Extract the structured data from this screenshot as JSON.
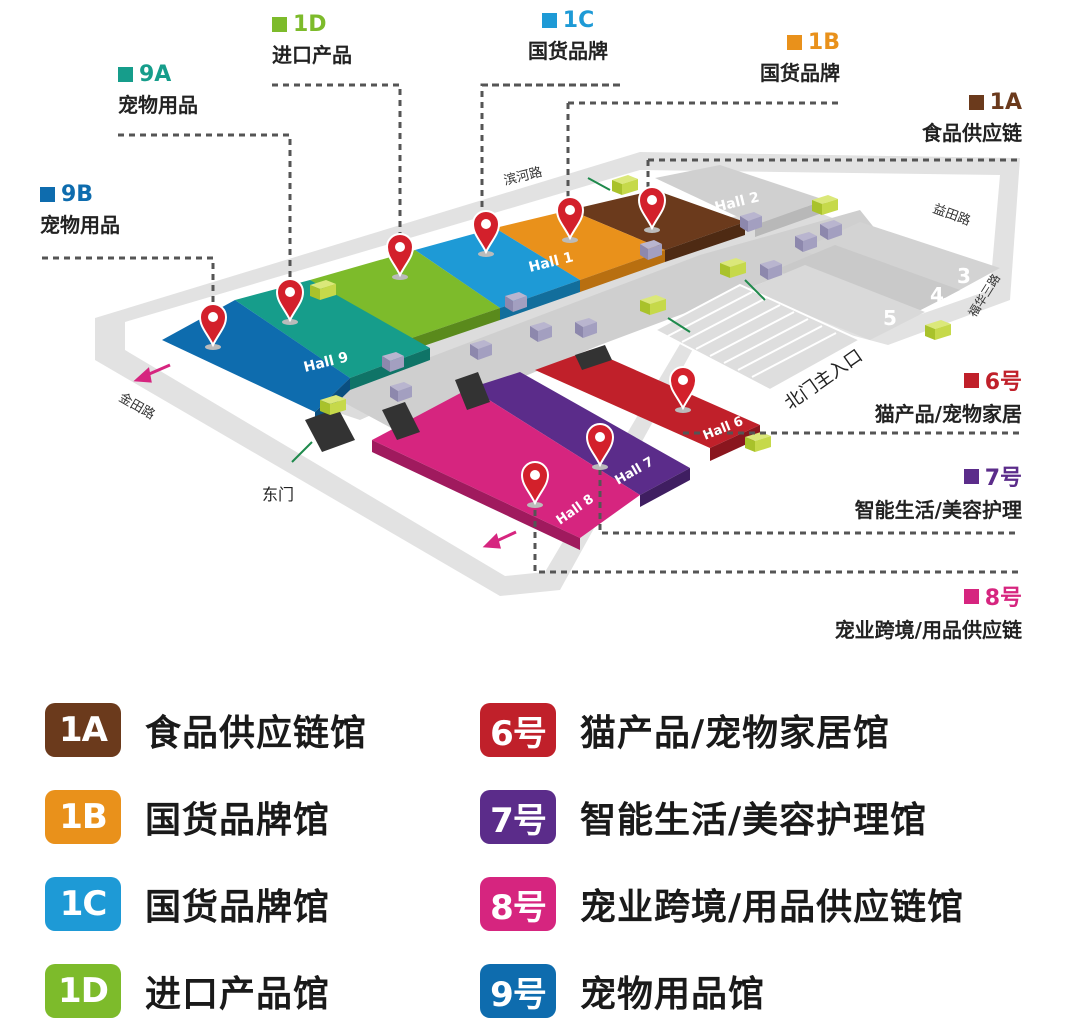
{
  "colors": {
    "1A": "#6b3a1c",
    "1B": "#e9911b",
    "1C": "#1e9ad6",
    "1D": "#7dbb2b",
    "6": "#c0202a",
    "7": "#5b2c8a",
    "8": "#d6257f",
    "9A": "#169d8b",
    "9B": "#0e6cae"
  },
  "callouts": [
    {
      "id": "9B",
      "code": "9B",
      "label": "宠物用品",
      "color": "#0e6cae"
    },
    {
      "id": "9A",
      "code": "9A",
      "label": "宠物用品",
      "color": "#169d8b"
    },
    {
      "id": "1D",
      "code": "1D",
      "label": "进口产品",
      "color": "#7dbb2b"
    },
    {
      "id": "1C",
      "code": "1C",
      "label": "国货品牌",
      "color": "#1e9ad6"
    },
    {
      "id": "1B",
      "code": "1B",
      "label": "国货品牌",
      "color": "#e9911b"
    },
    {
      "id": "1A",
      "code": "1A",
      "label": "食品供应链",
      "color": "#6b3a1c"
    },
    {
      "id": "6",
      "code": "6号",
      "label": "猫产品/宠物家居",
      "color": "#c0202a"
    },
    {
      "id": "7",
      "code": "7号",
      "label": "智能生活/美容护理",
      "color": "#5b2c8a"
    },
    {
      "id": "8",
      "code": "8号",
      "label": "宠业跨境/用品供应链",
      "color": "#d6257f"
    }
  ],
  "map_labels": {
    "road_binhe": "滨河路",
    "road_yitian": "益田路",
    "road_fuhua": "福华三路",
    "road_jintian": "金田路",
    "east_gate": "东门",
    "north_entrance": "北门主入口",
    "hall2": "Hall 2",
    "hall1": "Hall 1",
    "hall9": "Hall 9",
    "hall6": "Hall 6",
    "hall7": "Hall 7",
    "hall8": "Hall 8",
    "num3": "3",
    "num4": "4",
    "num5": "5"
  },
  "legend": [
    {
      "badge": "1A",
      "label": "食品供应链馆",
      "color": "#6b3a1c"
    },
    {
      "badge": "1B",
      "label": "国货品牌馆",
      "color": "#e9911b"
    },
    {
      "badge": "1C",
      "label": "国货品牌馆",
      "color": "#1e9ad6"
    },
    {
      "badge": "1D",
      "label": "进口产品馆",
      "color": "#7dbb2b"
    },
    {
      "badge": "6号",
      "label": "猫产品/宠物家居馆",
      "color": "#c0202a"
    },
    {
      "badge": "7号",
      "label": "智能生活/美容护理馆",
      "color": "#5b2c8a"
    },
    {
      "badge": "8号",
      "label": "宠业跨境/用品供应链馆",
      "color": "#d6257f"
    },
    {
      "badge": "9号",
      "label": "宠物用品馆",
      "color": "#0e6cae"
    }
  ]
}
